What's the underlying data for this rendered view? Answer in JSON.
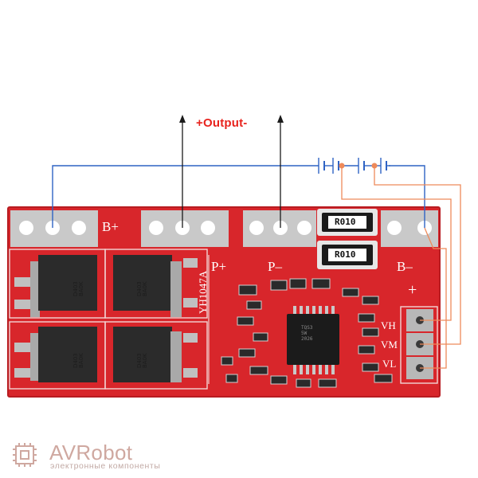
{
  "output_label": "+Output-",
  "pcb": {
    "model": "YH1047A",
    "pad_labels": {
      "b_plus": "B+",
      "p_plus": "P+",
      "p_minus": "P–",
      "b_minus": "B–",
      "plus": "+"
    },
    "balance_labels": [
      "VH",
      "VM",
      "VL"
    ],
    "resistor_code": "R010",
    "mosfet_markings": [
      [
        "D403",
        "BA0K"
      ],
      [
        "D403",
        "BA0K"
      ],
      [
        "D403",
        "BA0K"
      ],
      [
        "D403",
        "BA0K"
      ]
    ],
    "chip_marking": [
      "TQS3",
      "5W",
      "2026"
    ]
  },
  "watermark": {
    "name": "AVRobot",
    "subtitle": "электронные компоненты"
  },
  "colors": {
    "pcb_red": "#d8262b",
    "pad_silver": "#c9c9c9",
    "wire_blue": "#2f63c4",
    "wire_orange": "#ee8a5a",
    "wire_black": "#1a1a1a",
    "label_red": "#e8231d"
  }
}
